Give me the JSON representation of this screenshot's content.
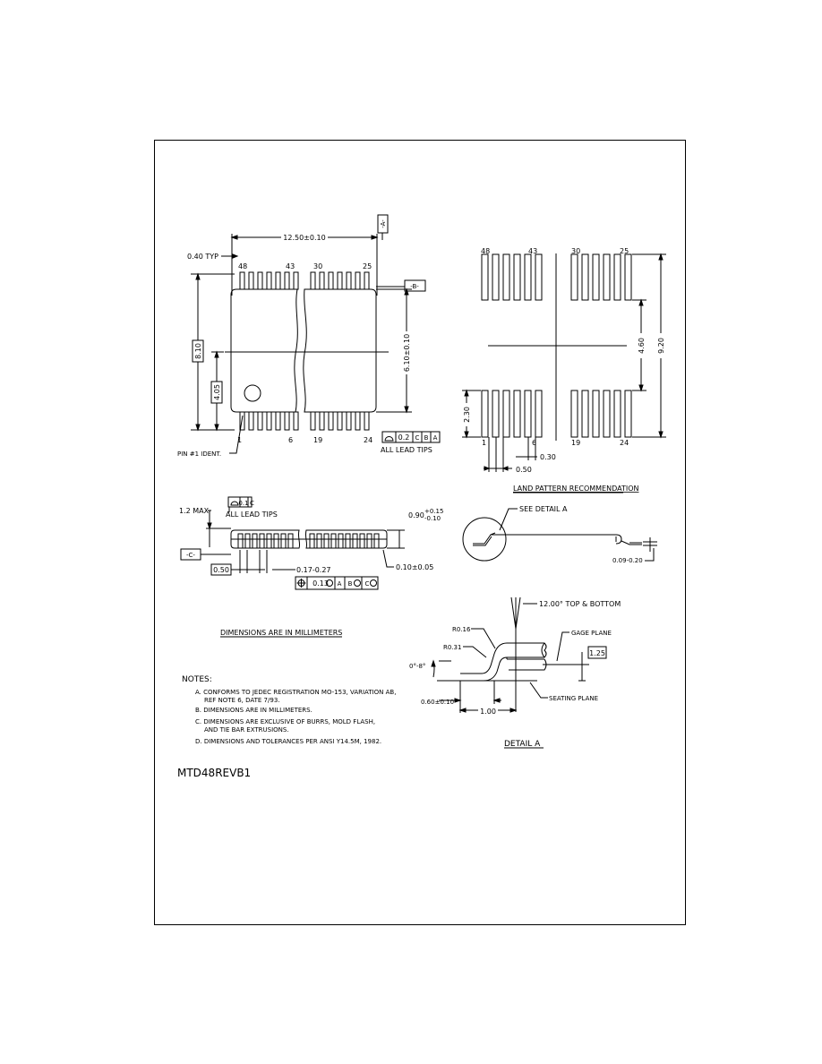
{
  "top_view": {
    "dim_length": "12.50±0.10",
    "lead_pitch_label": "0.40 TYP",
    "pins_top": [
      "48",
      "43",
      "30",
      "25"
    ],
    "pins_bottom": [
      "1",
      "6",
      "19",
      "24"
    ],
    "dim_height_total": "8.10",
    "dim_half": "4.05",
    "dim_body": "6.10±0.10",
    "datum_a": "-A-",
    "datum_b": "-B-",
    "pin1_label": "PIN #1 IDENT.",
    "fcf_value": "0.2",
    "fcf_refs": [
      "C",
      "B",
      "A"
    ],
    "lead_tips": "ALL LEAD TIPS"
  },
  "land_pattern": {
    "pins_top": [
      "48",
      "43",
      "30",
      "25"
    ],
    "pins_bottom": [
      "1",
      "6",
      "19",
      "24"
    ],
    "dim_total": "9.20",
    "dim_inner": "4.60",
    "dim_pad": "2.30",
    "dim_width": "0.30",
    "dim_pitch": "0.50",
    "title": "LAND PATTERN RECOMMENDATION"
  },
  "side_view": {
    "max_height": "1.2 MAX",
    "fcf_value": "0.1",
    "fcf_ref": "C",
    "lead_tips": "ALL LEAD TIPS",
    "thickness": "0.90",
    "thickness_plus": "+0.15",
    "thickness_minus": "-0.10",
    "standoff": "0.10±0.05",
    "datum_c": "-C-",
    "pitch": "0.50",
    "lead_width": "0.17-0.27",
    "pos_value": "0.13",
    "pos_refs": [
      "A",
      "B",
      "C"
    ]
  },
  "lead_view": {
    "see_detail": "SEE DETAIL A",
    "lead_thickness": "0.09-0.20"
  },
  "detail_a": {
    "angle_top": "12.00° TOP & BOTTOM",
    "radius_outer": "R0.16",
    "radius_inner": "R0.31",
    "gage_plane": "GAGE PLANE",
    "gage_dim": "1.25",
    "angle": "0°-8°",
    "foot_length": "0.60±0.10",
    "seating_plane": "SEATING PLANE",
    "lead_length": "1.00",
    "title": "DETAIL A"
  },
  "units_note": "DIMENSIONS ARE IN MILLIMETERS",
  "notes": {
    "heading": "NOTES:",
    "a1": "A. CONFORMS TO JEDEC REGISTRATION MO-153, VARIATION AB,",
    "a2": "REF NOTE 6, DATE 7/93.",
    "b": "B. DIMENSIONS ARE IN MILLIMETERS.",
    "c1": "C. DIMENSIONS ARE EXCLUSIVE OF BURRS, MOLD FLASH,",
    "c2": "AND TIE BAR EXTRUSIONS.",
    "d": "D. DIMENSIONS AND TOLERANCES PER ANSI Y14.5M, 1982."
  },
  "drawing_id": "MTD48REVB1"
}
